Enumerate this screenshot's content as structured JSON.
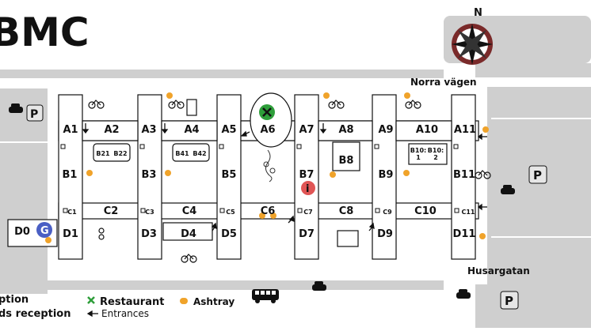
{
  "title": "BMC",
  "compass": {
    "north": "N"
  },
  "roads": {
    "north": "Norra vägen",
    "south": "Husargatan"
  },
  "parking": {
    "label": "P"
  },
  "info": {
    "label": "i"
  },
  "reception": {
    "label": "G"
  },
  "buildings": {
    "a": [
      "A1",
      "A2",
      "A3",
      "A4",
      "A5",
      "A6",
      "A7",
      "A8",
      "A9",
      "A10",
      "A11"
    ],
    "b": [
      "B1",
      "B3",
      "B5",
      "B7",
      "B8",
      "B9",
      "B11"
    ],
    "b_small": [
      "B21",
      "B22",
      "B41",
      "B42"
    ],
    "b10": [
      "B10:\n1",
      "B10:\n2"
    ],
    "c": [
      "C1",
      "C2",
      "C3",
      "C4",
      "C5",
      "C6",
      "C7",
      "C8",
      "C9",
      "C10",
      "C11"
    ],
    "d": [
      "D0",
      "D1",
      "D3",
      "D4",
      "D5",
      "D7",
      "D9",
      "D11"
    ]
  },
  "legend": {
    "reception_partial": "ption",
    "goods_reception_partial": "ds reception",
    "restaurant": "Restaurant",
    "ashtray": "Ashtray",
    "entrances": "Entrances"
  },
  "colors": {
    "ashtray": "#f0a32a",
    "restaurant": "#2e9e3a",
    "info": "#e05555",
    "reception": "#4a5fc4",
    "compass_ring": "#7a2a2a",
    "ground": "#cfcfcf"
  }
}
